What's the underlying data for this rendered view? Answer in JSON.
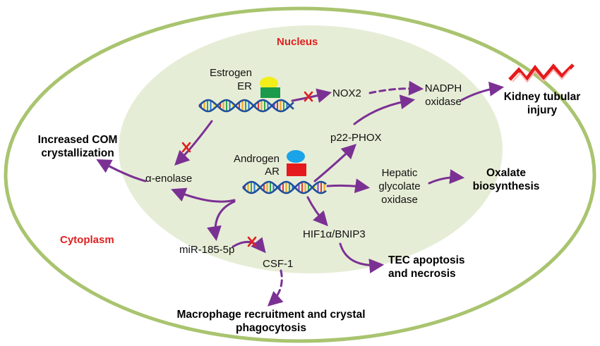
{
  "compartments": {
    "nucleus": "Nucleus",
    "cytoplasm": "Cytoplasm"
  },
  "nodes": {
    "estrogen": "Estrogen",
    "er": "ER",
    "androgen": "Androgen",
    "ar": "AR",
    "nox2": "NOX2",
    "nadph_line1": "NADPH",
    "nadph_line2": "oxidase",
    "p22phox": "p22-PHOX",
    "hepatic_line1": "Hepatic",
    "hepatic_line2": "glycolate",
    "hepatic_line3": "oxidase",
    "enolase": "α-enolase",
    "hif": "HIF1α/BNIP3",
    "mir": "miR-185-5p",
    "csf1": "CSF-1"
  },
  "outcomes": {
    "kidney_line1": "Kidney tubular",
    "kidney_line2": "injury",
    "oxalate_line1": "Oxalate",
    "oxalate_line2": "biosynthesis",
    "com_line1": "Increased COM",
    "com_line2": "crystallization",
    "tec_line1": "TEC apoptosis",
    "tec_line2": "and necrosis",
    "macro_line1": "Macrophage recruitment and crystal",
    "macro_line2": "phagocytosis"
  },
  "colors": {
    "cell_border": "#a9c46f",
    "nucleus_fill": "#e6edd6",
    "arrow": "#7b3194",
    "inhibit_mark": "#e02020",
    "compartment_label": "#e02020",
    "estrogen_ligand": "#f2ee1a",
    "er_receptor": "#1a9a4a",
    "androgen_ligand": "#1aa3e8",
    "ar_receptor": "#e41a1c",
    "injury_zigzag": "#e41a1c"
  },
  "icons": [
    "dna-helix-icon",
    "ligand-icon",
    "receptor-icon",
    "inhibition-x-icon",
    "injury-zigzag-icon"
  ]
}
